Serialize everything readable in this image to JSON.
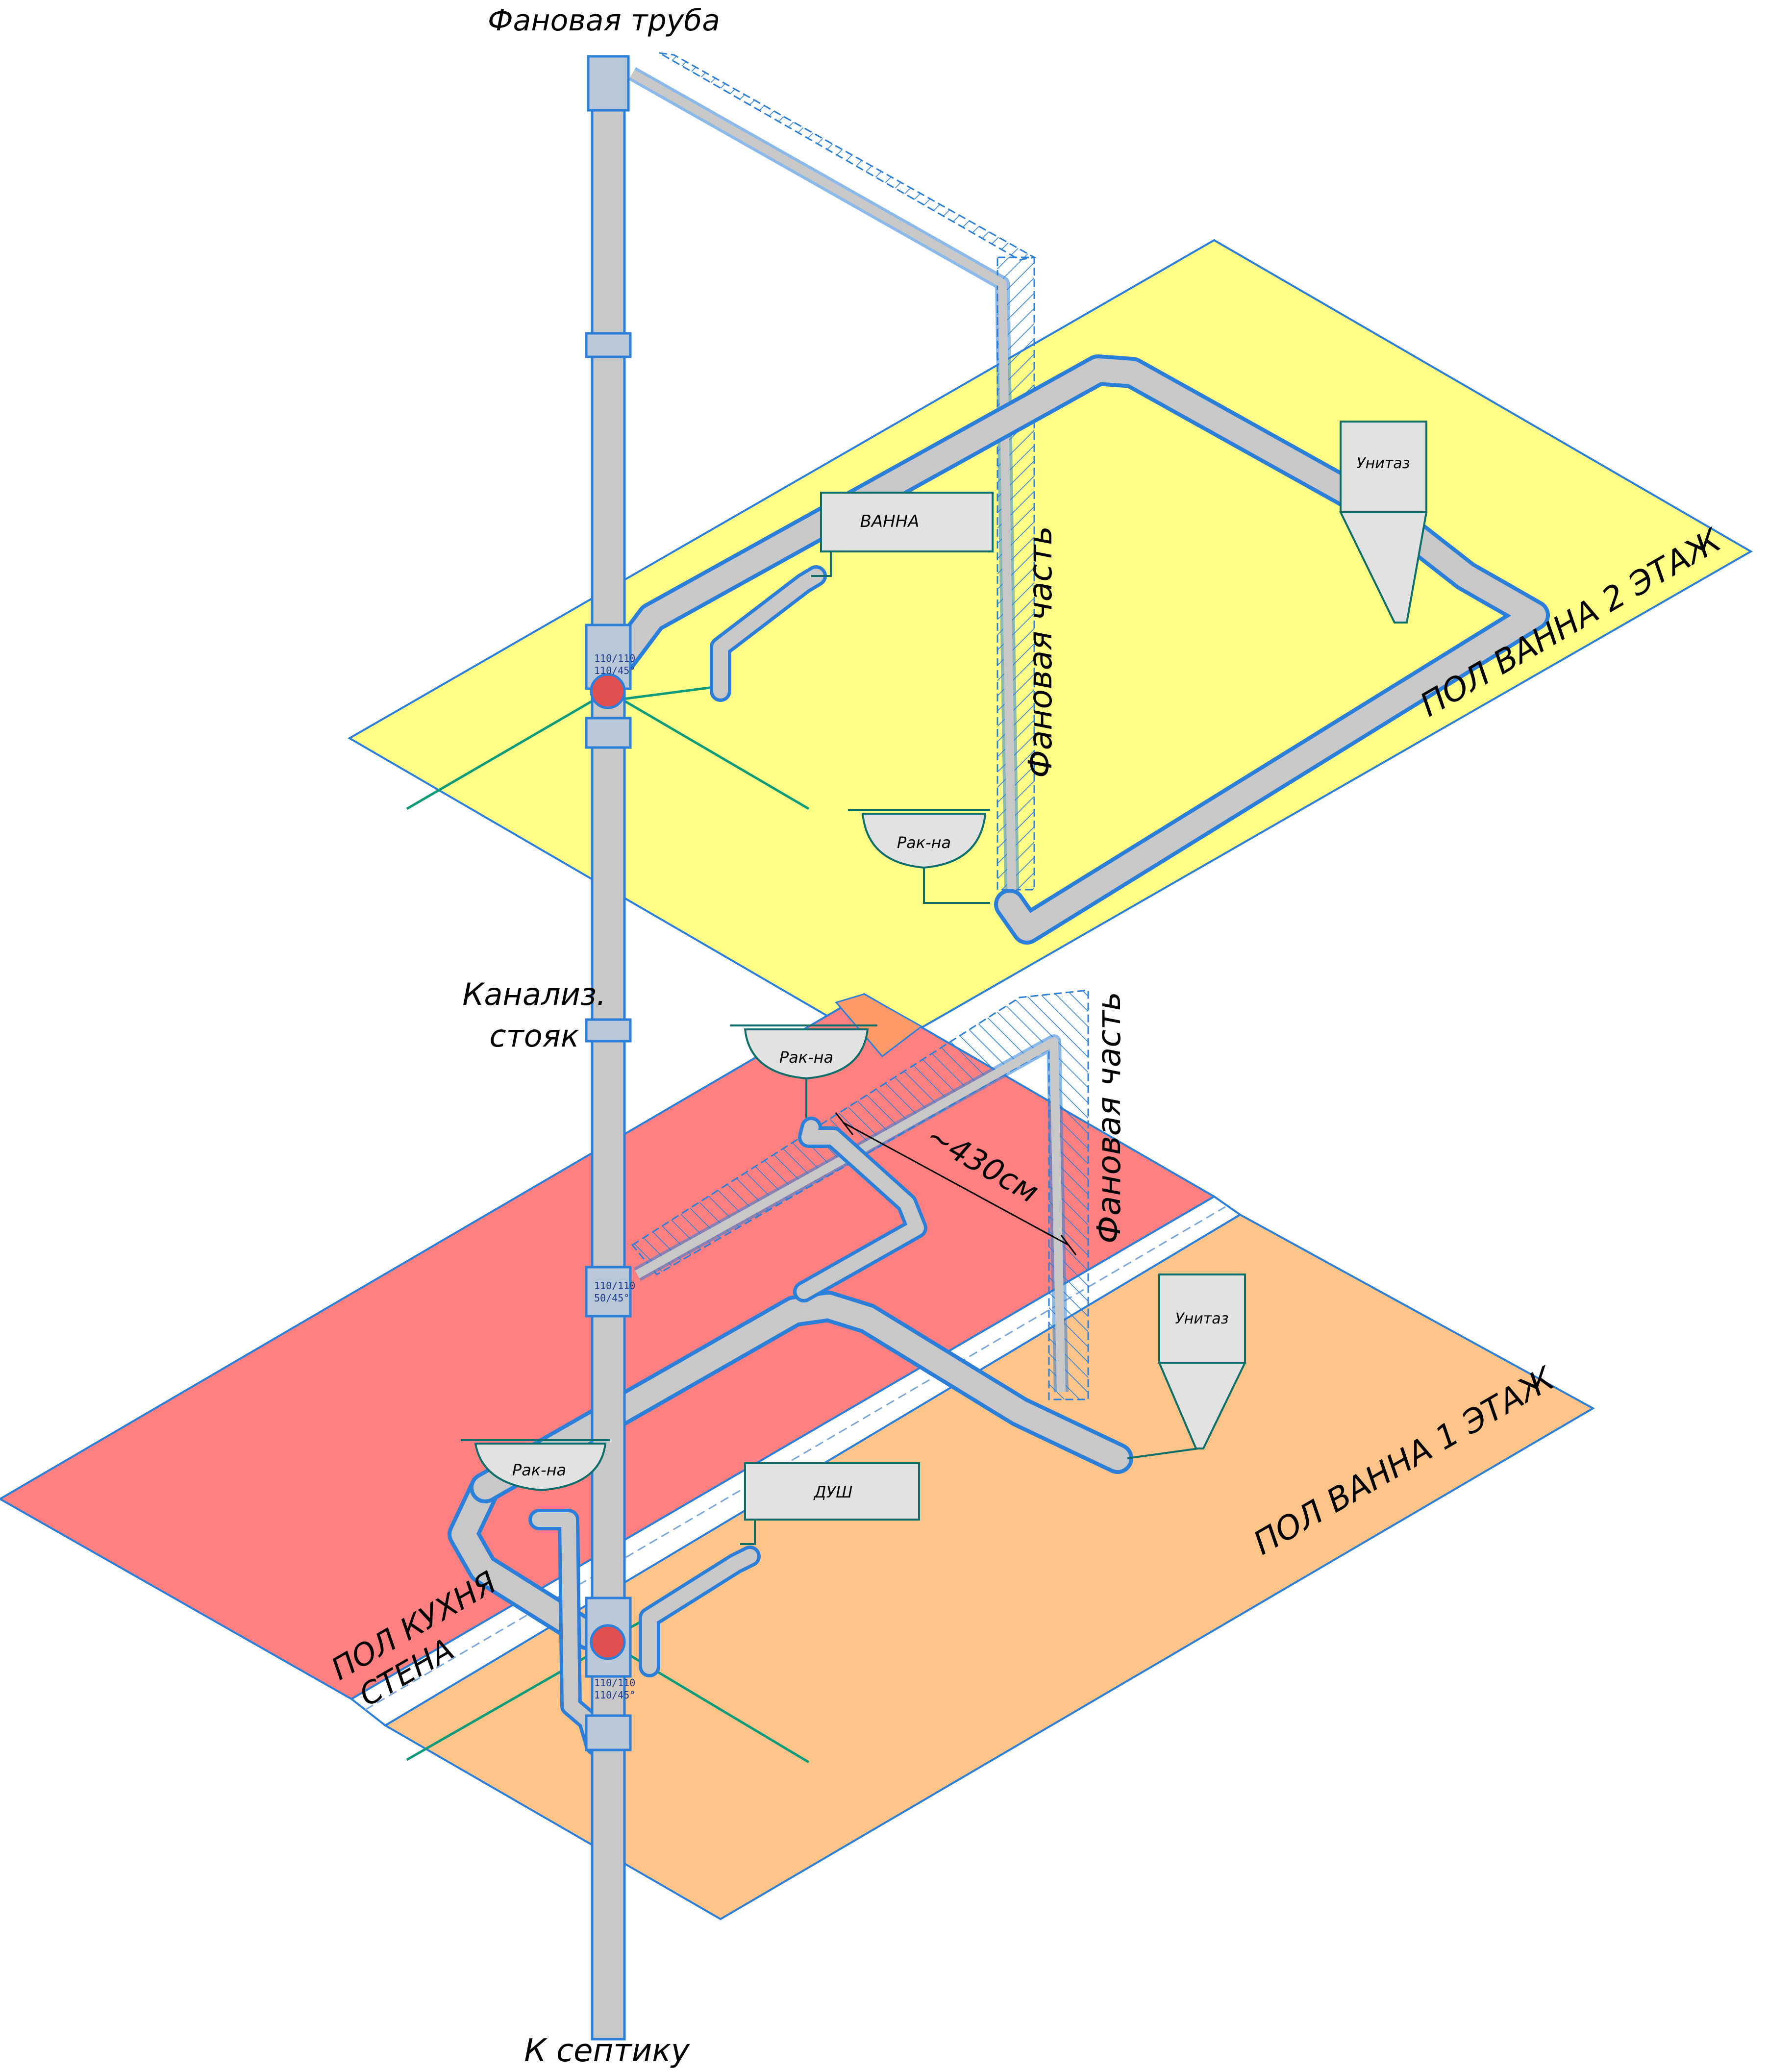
{
  "labels": {
    "vent_pipe": "Фановая труба",
    "septic": "К септику",
    "riser": [
      "Канализ.",
      "стояк"
    ],
    "vent_part_upper": "Фановая часть",
    "vent_part_lower": "Фановая часть",
    "floor_bath2": "ПОЛ ВАННА 2 ЭТАЖ",
    "floor_bath1": "ПОЛ ВАННА 1 ЭТАЖ",
    "floor_kitchen": "ПОЛ КУХНЯ",
    "wall": "СТЕНА",
    "distance": "~430см"
  },
  "fixtures": {
    "bathtub": "ВАННА",
    "toilet_upper": "Унитаз",
    "sink_upper": "Рак-на",
    "sink_lower_top": "Рак-на",
    "toilet_lower": "Унитаз",
    "shower": "ДУШ",
    "sink_kitchen": "Рак-на"
  },
  "fittings": {
    "tee_upper": [
      "110/110",
      "110/45°"
    ],
    "tee_lower": [
      "110/110",
      "50/45°"
    ],
    "tee_lower2": [
      "110/110",
      "110/45°"
    ]
  },
  "colors": {
    "floor_bath2": "#ffff88",
    "floor_kitchen": "#ff8080",
    "floor_bath1": "#ffc489",
    "pipe_fill": "#c8c8c8",
    "pipe_outline": "#2b7fd8",
    "guide_line": "#0e9b7a",
    "fixture_fill": "#e2e2e2",
    "valve": "#e05050"
  }
}
